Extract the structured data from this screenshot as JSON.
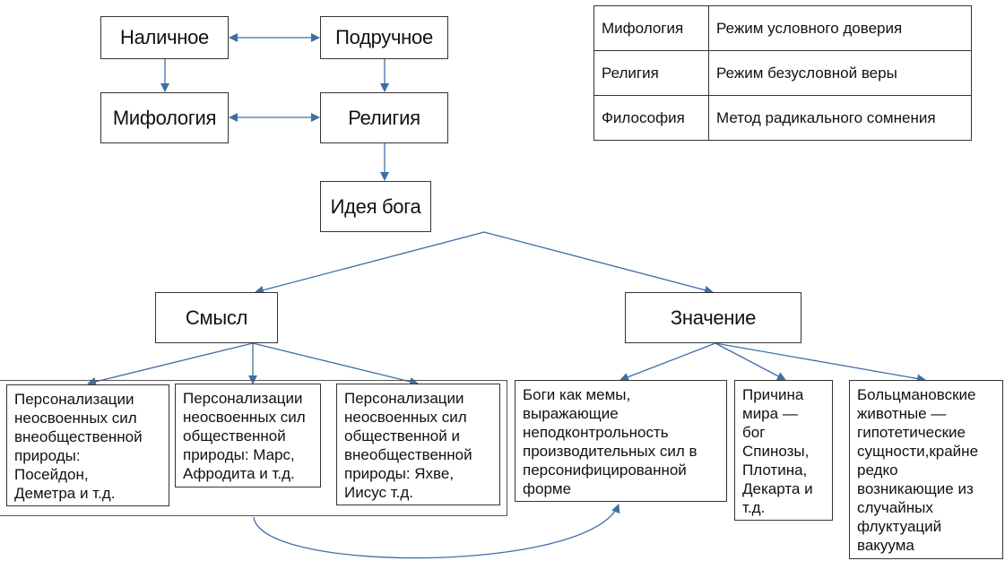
{
  "nodes": {
    "nalichnoe": "Наличное",
    "podruchnoe": "Подручное",
    "mifologiya": "Мифология",
    "religiya": "Религия",
    "ideya_boga": "Идея бога",
    "smysl": "Смысл",
    "znachenie": "Значение"
  },
  "smysl_children": [
    "Персонализации\nнеосвоенных сил\nвнеобщественной\nприроды:\nПосейдон,\nДеметра и т.д.",
    "Персонализации\nнеосвоенных сил\nобщественной\nприроды: Марс,\nАфродита и т.д.",
    "Персонализации\nнеосвоенных сил\nобщественной и\nвнеобщественной\nприроды: Яхве,\nИисус т.д."
  ],
  "znachenie_children": [
    "Боги как мемы,\nвыражающие\nнеподконтрольность\nпроизводительных сил в\nперсонифицированной\nформе",
    "Причина\nмира —\nбог\nСпинозы,\nПлотина,\nДекарта и\nт.д.",
    "Больцмановские\nживотные —\nгипотетические\nсущности,крайне\nредко\nвозникающие из\nслучайных\nфлуктуаций\nвакуума"
  ],
  "legend_table": [
    {
      "term": "Мифология",
      "description": "Режим условного доверия"
    },
    {
      "term": "Религия",
      "description": "Режим безусловной веры"
    },
    {
      "term": "Философия",
      "description": "Метод радикального сомнения"
    }
  ],
  "colors": {
    "arrow": "#3f6ea8",
    "border": "#333333"
  }
}
